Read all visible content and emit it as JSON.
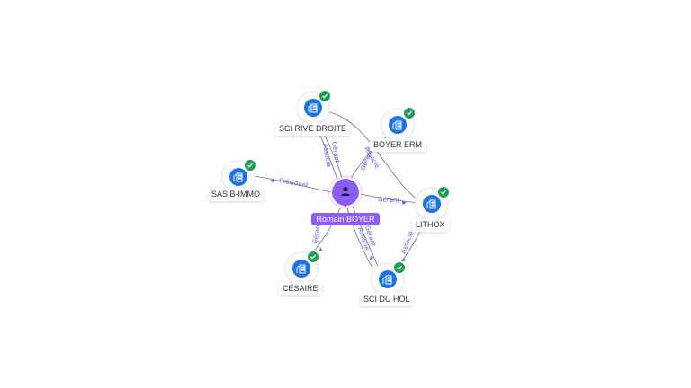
{
  "center": {
    "name": "Romain BOYER",
    "icon": "person-icon",
    "color": "#8b5cf6"
  },
  "entities": [
    {
      "id": "sci_rive_droite",
      "name": "SCI RIVE DROITE",
      "icon": "building-icon",
      "verified": true
    },
    {
      "id": "boyer_erm",
      "name": "BOYER ERM",
      "icon": "building-icon",
      "verified": true
    },
    {
      "id": "sas_b_immo",
      "name": "SAS B-IMMO",
      "icon": "building-icon",
      "verified": true
    },
    {
      "id": "lithox",
      "name": "LITHOX",
      "icon": "building-icon",
      "verified": true
    },
    {
      "id": "cesaire",
      "name": "CESAIRE",
      "icon": "building-icon",
      "verified": true
    },
    {
      "id": "sci_du_hol",
      "name": "SCI DU HOL",
      "icon": "building-icon",
      "verified": true
    }
  ],
  "edge_labels": {
    "sci_rive_droite_1": "Gérant",
    "sci_rive_droite_2": "Associé",
    "boyer_erm": "Gérant",
    "sas_b_immo": "Président",
    "lithox": "Gérant",
    "lithox_from_rive": "Associé",
    "cesaire": "Gérant",
    "sci_du_hol_1": "Gérant",
    "sci_du_hol_2": "Associé",
    "sci_du_hol_lithox": "Associé"
  },
  "colors": {
    "entity_fill": "#1a73e8",
    "verified_badge": "#1e9e5a",
    "edge_label": "#5b5bd6",
    "edge_line": "#6b6f85"
  }
}
